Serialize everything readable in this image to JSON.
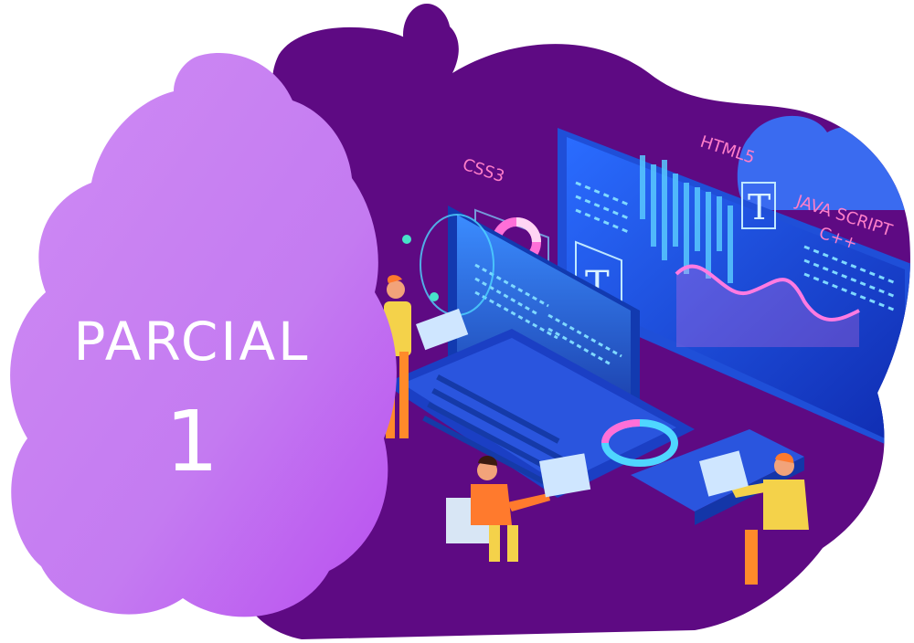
{
  "title": {
    "line1": "PARCIAL",
    "line2": "1"
  },
  "illustration": {
    "labels": {
      "css": "CSS3",
      "html": "HTML5",
      "js": "JAVA SCRIPT",
      "cpp": "C++"
    }
  },
  "colors": {
    "deep_purple": "#5e0a83",
    "light_purple": "#c77cf0",
    "neon_blue": "#3fb7ff",
    "pink": "#ff6fd8",
    "cyan": "#4fd6ff"
  }
}
